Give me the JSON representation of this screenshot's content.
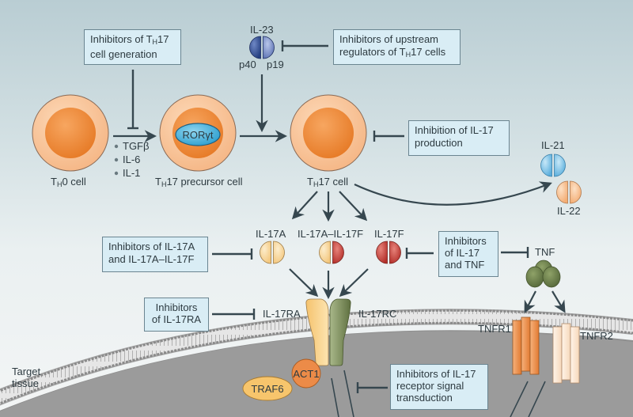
{
  "boxes": {
    "th17_generation": {
      "line1_pre": "Inhibitors of T",
      "line1_sub": "H",
      "line1_post": "17",
      "line2": "cell generation"
    },
    "upstream": {
      "line1": "Inhibitors of upstream",
      "line2_pre": "regulators of T",
      "line2_sub": "H",
      "line2_post": "17 cells"
    },
    "il17_production": {
      "line1": "Inhibition of IL-17",
      "line2": "production"
    },
    "il17a": {
      "line1": "Inhibitors of IL-17A",
      "line2": "and IL-17A–IL-17F"
    },
    "il17_tnf": {
      "line1": "Inhibitors",
      "line2": "of IL-17",
      "line3": "and TNF"
    },
    "il17ra": {
      "line1": "Inhibitors",
      "line2": "of IL-17RA"
    },
    "signal": {
      "line1": "Inhibitors of IL-17",
      "line2": "receptor signal",
      "line3": "transduction"
    }
  },
  "cells": {
    "th0": {
      "pre": "T",
      "sub": "H",
      "post": "0 cell"
    },
    "precursor": {
      "pre": "T",
      "sub": "H",
      "post": "17 precursor cell",
      "nucleus": "RORγt"
    },
    "th17": {
      "pre": "T",
      "sub": "H",
      "post": "17 cell"
    }
  },
  "factors": [
    "TGFβ",
    "IL-6",
    "IL-1"
  ],
  "cytokines": {
    "il23": "IL-23",
    "p40": "p40",
    "p19": "p19",
    "il21": "IL-21",
    "il22": "IL-22",
    "il17a": "IL-17A",
    "il17af": "IL-17A–IL-17F",
    "il17f": "IL-17F",
    "tnf": "TNF"
  },
  "receptors": {
    "il17ra": "IL-17RA",
    "il17rc": "IL-17RC",
    "tnfr1": "TNFR1",
    "tnfr2": "TNFR2",
    "act1": "ACT1",
    "traf6": "TRAF6"
  },
  "tissue": {
    "line1": "Target",
    "line2": "tissue"
  },
  "colors": {
    "cell_outer": "#f9c7a0",
    "cell_inner": "#ee8a3a",
    "nucleus": "#45b5de",
    "il23": "#3c5aa0",
    "il21": "#78c0e6",
    "il22": "#f8c69c",
    "il17a": "#f9d9a0",
    "il17f": "#c9453c",
    "tnf": "#6b7f45",
    "il17ra": "#f8d189",
    "il17rc": "#7a8a55",
    "tnfr1": "#ec8b48",
    "tnfr2": "#fbe4cc",
    "act1": "#ec8b48",
    "traf6": "#f7c56c",
    "tissue": "#9c9c9c",
    "arrow": "#36474f",
    "box_fill": "#d9edf5",
    "box_border": "#6b8591"
  }
}
